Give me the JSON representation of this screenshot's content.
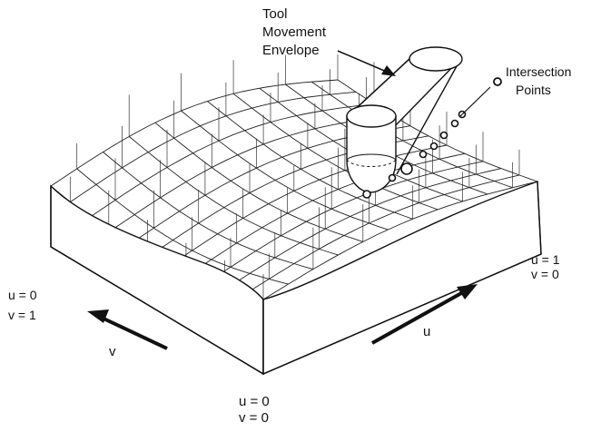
{
  "labels": {
    "tool_envelope": [
      "Tool",
      "Movement",
      "Envelope"
    ],
    "intersection": [
      "Intersection",
      "Points"
    ],
    "corner_u1v0": [
      "u = 1",
      "v = 0"
    ],
    "corner_u0v1": [
      "u = 0",
      "v = 1"
    ],
    "corner_u0v0": [
      "u = 0",
      "v = 0"
    ],
    "u_axis": "u",
    "v_axis": "v"
  },
  "colors": {
    "ink": "#111111",
    "paper": "#ffffff"
  },
  "icons": {
    "arrow": "arrow-icon",
    "intersection_point": "circle-marker-icon"
  }
}
